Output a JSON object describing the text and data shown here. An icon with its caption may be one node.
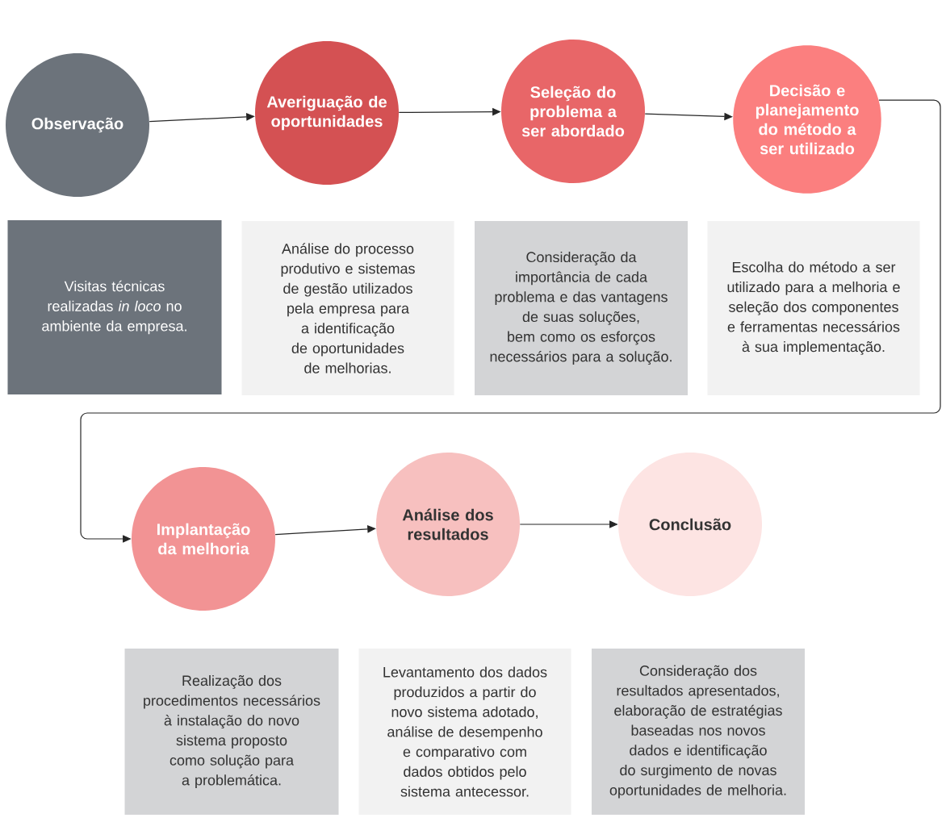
{
  "diagram": {
    "nodes": [
      {
        "text": [
          "Observação"
        ]
      },
      {
        "text": [
          "Averiguação de oportunidades"
        ]
      },
      {
        "text": [
          "Seleção do problema a ser abordado"
        ]
      },
      {
        "text": [
          "Decisão e planejamento do método a ser utilizado"
        ]
      },
      {
        "text": [
          "Implantação da melhoria"
        ]
      },
      {
        "text": [
          "Análise dos resultados"
        ]
      },
      {
        "text": [
          "Conclusão"
        ]
      },
      {
        "text": [
          "Visitas técnicas realizadas *in loco* no ambiente da empresa."
        ]
      },
      {
        "text": [
          "Análise do processo produtivo e sistemas de gestão utilizados pela empresa para a identificação de oportunidades de melhorias."
        ]
      },
      {
        "text": [
          "Consideração da importância de cada problema e das vantagens de suas soluções, bem como os esforços necessários para a solução."
        ]
      },
      {
        "text": [
          "Escolha do método a ser utilizado para a melhoria e seleção dos componentes e ferramentas necessários à sua implementação."
        ]
      },
      {
        "text": [
          "Realização dos procedimentos necessários à instalação do novo sistema proposto como solução para a problemática."
        ]
      },
      {
        "text": [
          "Levantamento dos dados produzidos a partir do novo sistema adotado, análise de desempenho e comparativo com dados obtidos pelo sistema antecessor."
        ]
      },
      {
        "text": [
          "Consideração dos resultados apresentados, elaboração de estratégias baseadas nos novos dados e identificação do surgimento de novas oportunidades de melhoria."
        ]
      }
    ],
    "edges": [
      {
        "from": 0,
        "to": 1,
        "arrow": "to"
      },
      {
        "from": 1,
        "to": 2,
        "arrow": "to"
      },
      {
        "from": 2,
        "to": 3,
        "arrow": "to"
      },
      {
        "from": 3,
        "to": 4,
        "arrow": "to"
      },
      {
        "from": 4,
        "to": 5,
        "arrow": "to"
      },
      {
        "from": 5,
        "to": 6,
        "arrow": "to"
      }
    ]
  }
}
